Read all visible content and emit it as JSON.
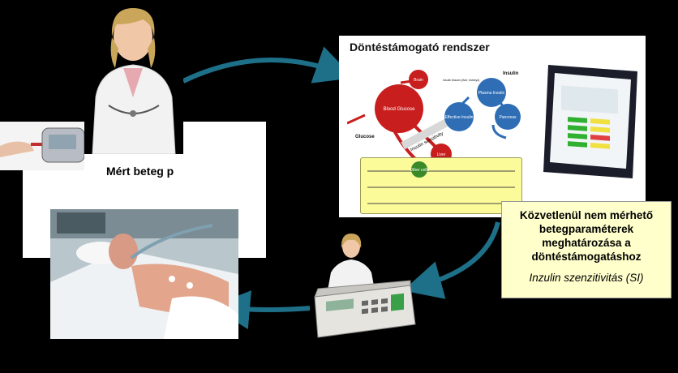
{
  "card_left": {
    "label": "Mért beteg p"
  },
  "dss": {
    "title": "Döntéstámogató rendszer",
    "nodes": {
      "brain": "Brain",
      "blood_glucose": "Blood Glucose",
      "liver": "Liver",
      "other_cells": "Other cells",
      "effective_insulin": "Effective Insulin",
      "plasma_insulin": "Plasma Insulin",
      "pancreas": "Pancreas",
      "glucose": "Glucose",
      "insulin": "Insulin",
      "insulin_tissues": "Insulin tissues (liver, kidneys)",
      "insulin_sensitivity": "Insulin sensitivity"
    }
  },
  "info": {
    "main": "Közvetlenül nem mérhető betegparaméterek meghatározása a döntéstámogatáshoz",
    "sub": "Inzulin szenzitivitás (SI)"
  },
  "colors": {
    "arrow": "#1e6f88",
    "red_node": "#c81e1e",
    "blue_node": "#2f6db5",
    "green_node": "#3a8a2a",
    "eq_box": "#fbfb9a",
    "info_box": "#ffffcc"
  }
}
